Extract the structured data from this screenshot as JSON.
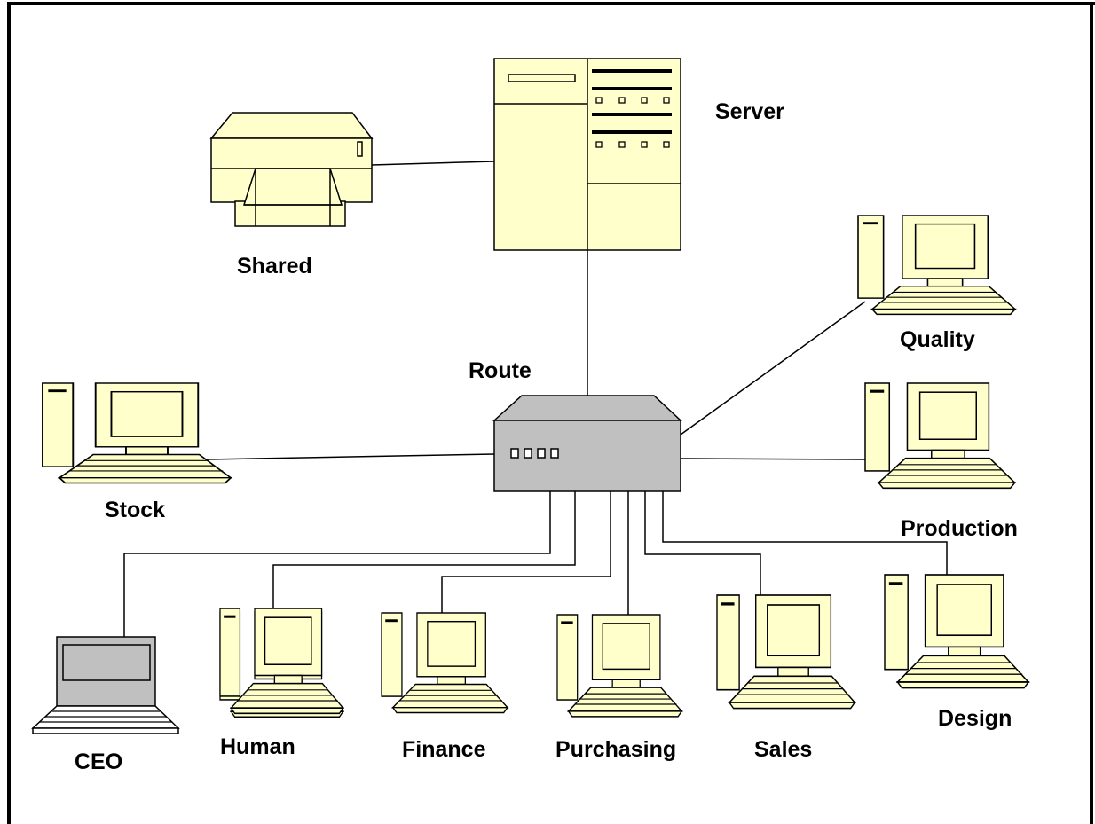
{
  "colors": {
    "device_fill": "#ffffcc",
    "router_fill": "#c0c0c0",
    "laptop_fill": "#c0c0c0",
    "line": "#000000",
    "border": "#000000"
  },
  "nodes": {
    "server": {
      "label": "Server",
      "icon": "server-icon"
    },
    "printer": {
      "label": "Shared",
      "icon": "printer-icon"
    },
    "router": {
      "label": "Route",
      "icon": "router-icon"
    },
    "quality": {
      "label": "Quality",
      "icon": "desktop-computer-icon"
    },
    "production": {
      "label": "Production",
      "icon": "desktop-computer-icon"
    },
    "stock": {
      "label": "Stock",
      "icon": "desktop-computer-icon"
    },
    "ceo": {
      "label": "CEO",
      "icon": "laptop-icon"
    },
    "human": {
      "label": "Human",
      "icon": "desktop-computer-icon"
    },
    "finance": {
      "label": "Finance",
      "icon": "desktop-computer-icon"
    },
    "purchasing": {
      "label": "Purchasing",
      "icon": "desktop-computer-icon"
    },
    "sales": {
      "label": "Sales",
      "icon": "desktop-computer-icon"
    },
    "design": {
      "label": "Design",
      "icon": "desktop-computer-icon"
    }
  },
  "connections": [
    [
      "printer",
      "server"
    ],
    [
      "server",
      "router"
    ],
    [
      "router",
      "stock"
    ],
    [
      "router",
      "quality"
    ],
    [
      "router",
      "production"
    ],
    [
      "router",
      "ceo"
    ],
    [
      "router",
      "human"
    ],
    [
      "router",
      "finance"
    ],
    [
      "router",
      "purchasing"
    ],
    [
      "router",
      "sales"
    ],
    [
      "router",
      "design"
    ]
  ]
}
